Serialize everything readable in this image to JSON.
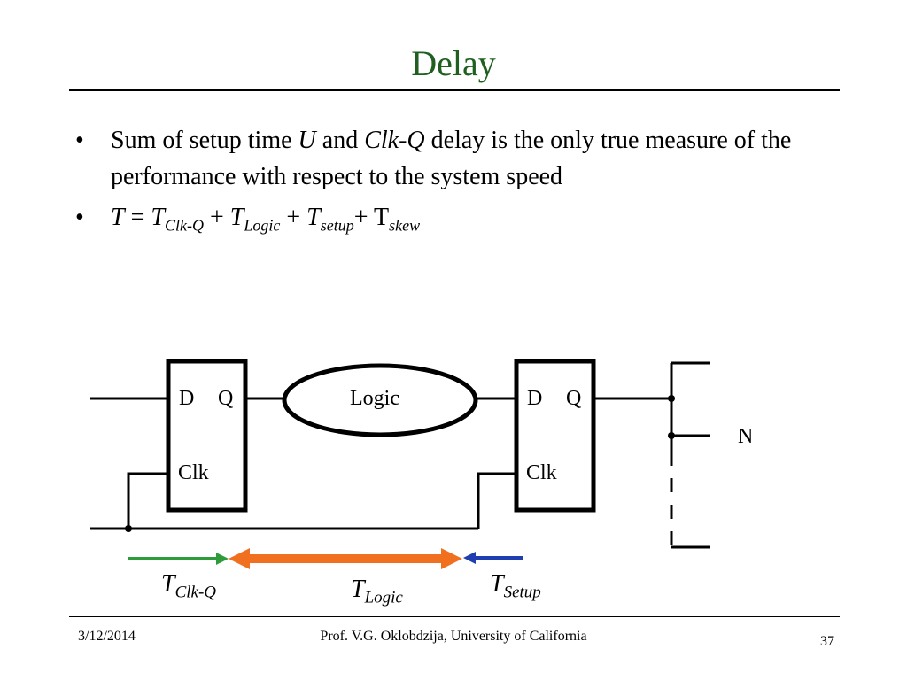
{
  "slide": {
    "title": "Delay",
    "bullet_symbol": "•",
    "bullet1": {
      "t1": "Sum of setup time ",
      "u": "U",
      "t2": " and ",
      "clkq": "Clk-Q",
      "t3": " delay is the only true measure of the performance with respect to the system speed"
    },
    "bullet2": {
      "T": "T",
      "eq": " = ",
      "t_clkq": "T",
      "sub_clkq": "Clk-Q",
      "plus1": " + ",
      "t_logic": "T",
      "sub_logic": "Logic",
      "plus2": " + ",
      "t_setup": "T",
      "sub_setup": "setup",
      "plus3": "+ ",
      "t_skew": "T",
      "sub_skew": "skew"
    }
  },
  "diagram": {
    "ff1": {
      "d": "D",
      "q": "Q",
      "clk": "Clk"
    },
    "logic": "Logic",
    "ff2": {
      "d": "D",
      "q": "Q",
      "clk": "Clk"
    },
    "n_label": "N",
    "t_clkq": {
      "t": "T",
      "sub": "Clk-Q"
    },
    "t_logic": {
      "t": "T",
      "sub": "Logic"
    },
    "t_setup": {
      "t": "T",
      "sub": "Setup"
    },
    "colors": {
      "clkq_arrow": "#2e9b3a",
      "logic_arrow": "#f07020",
      "setup_arrow": "#1f3fb0",
      "title": "#1f5f1f"
    }
  },
  "footer": {
    "date": "3/12/2014",
    "author": "Prof. V.G. Oklobdzija, University of California",
    "page": "37"
  }
}
